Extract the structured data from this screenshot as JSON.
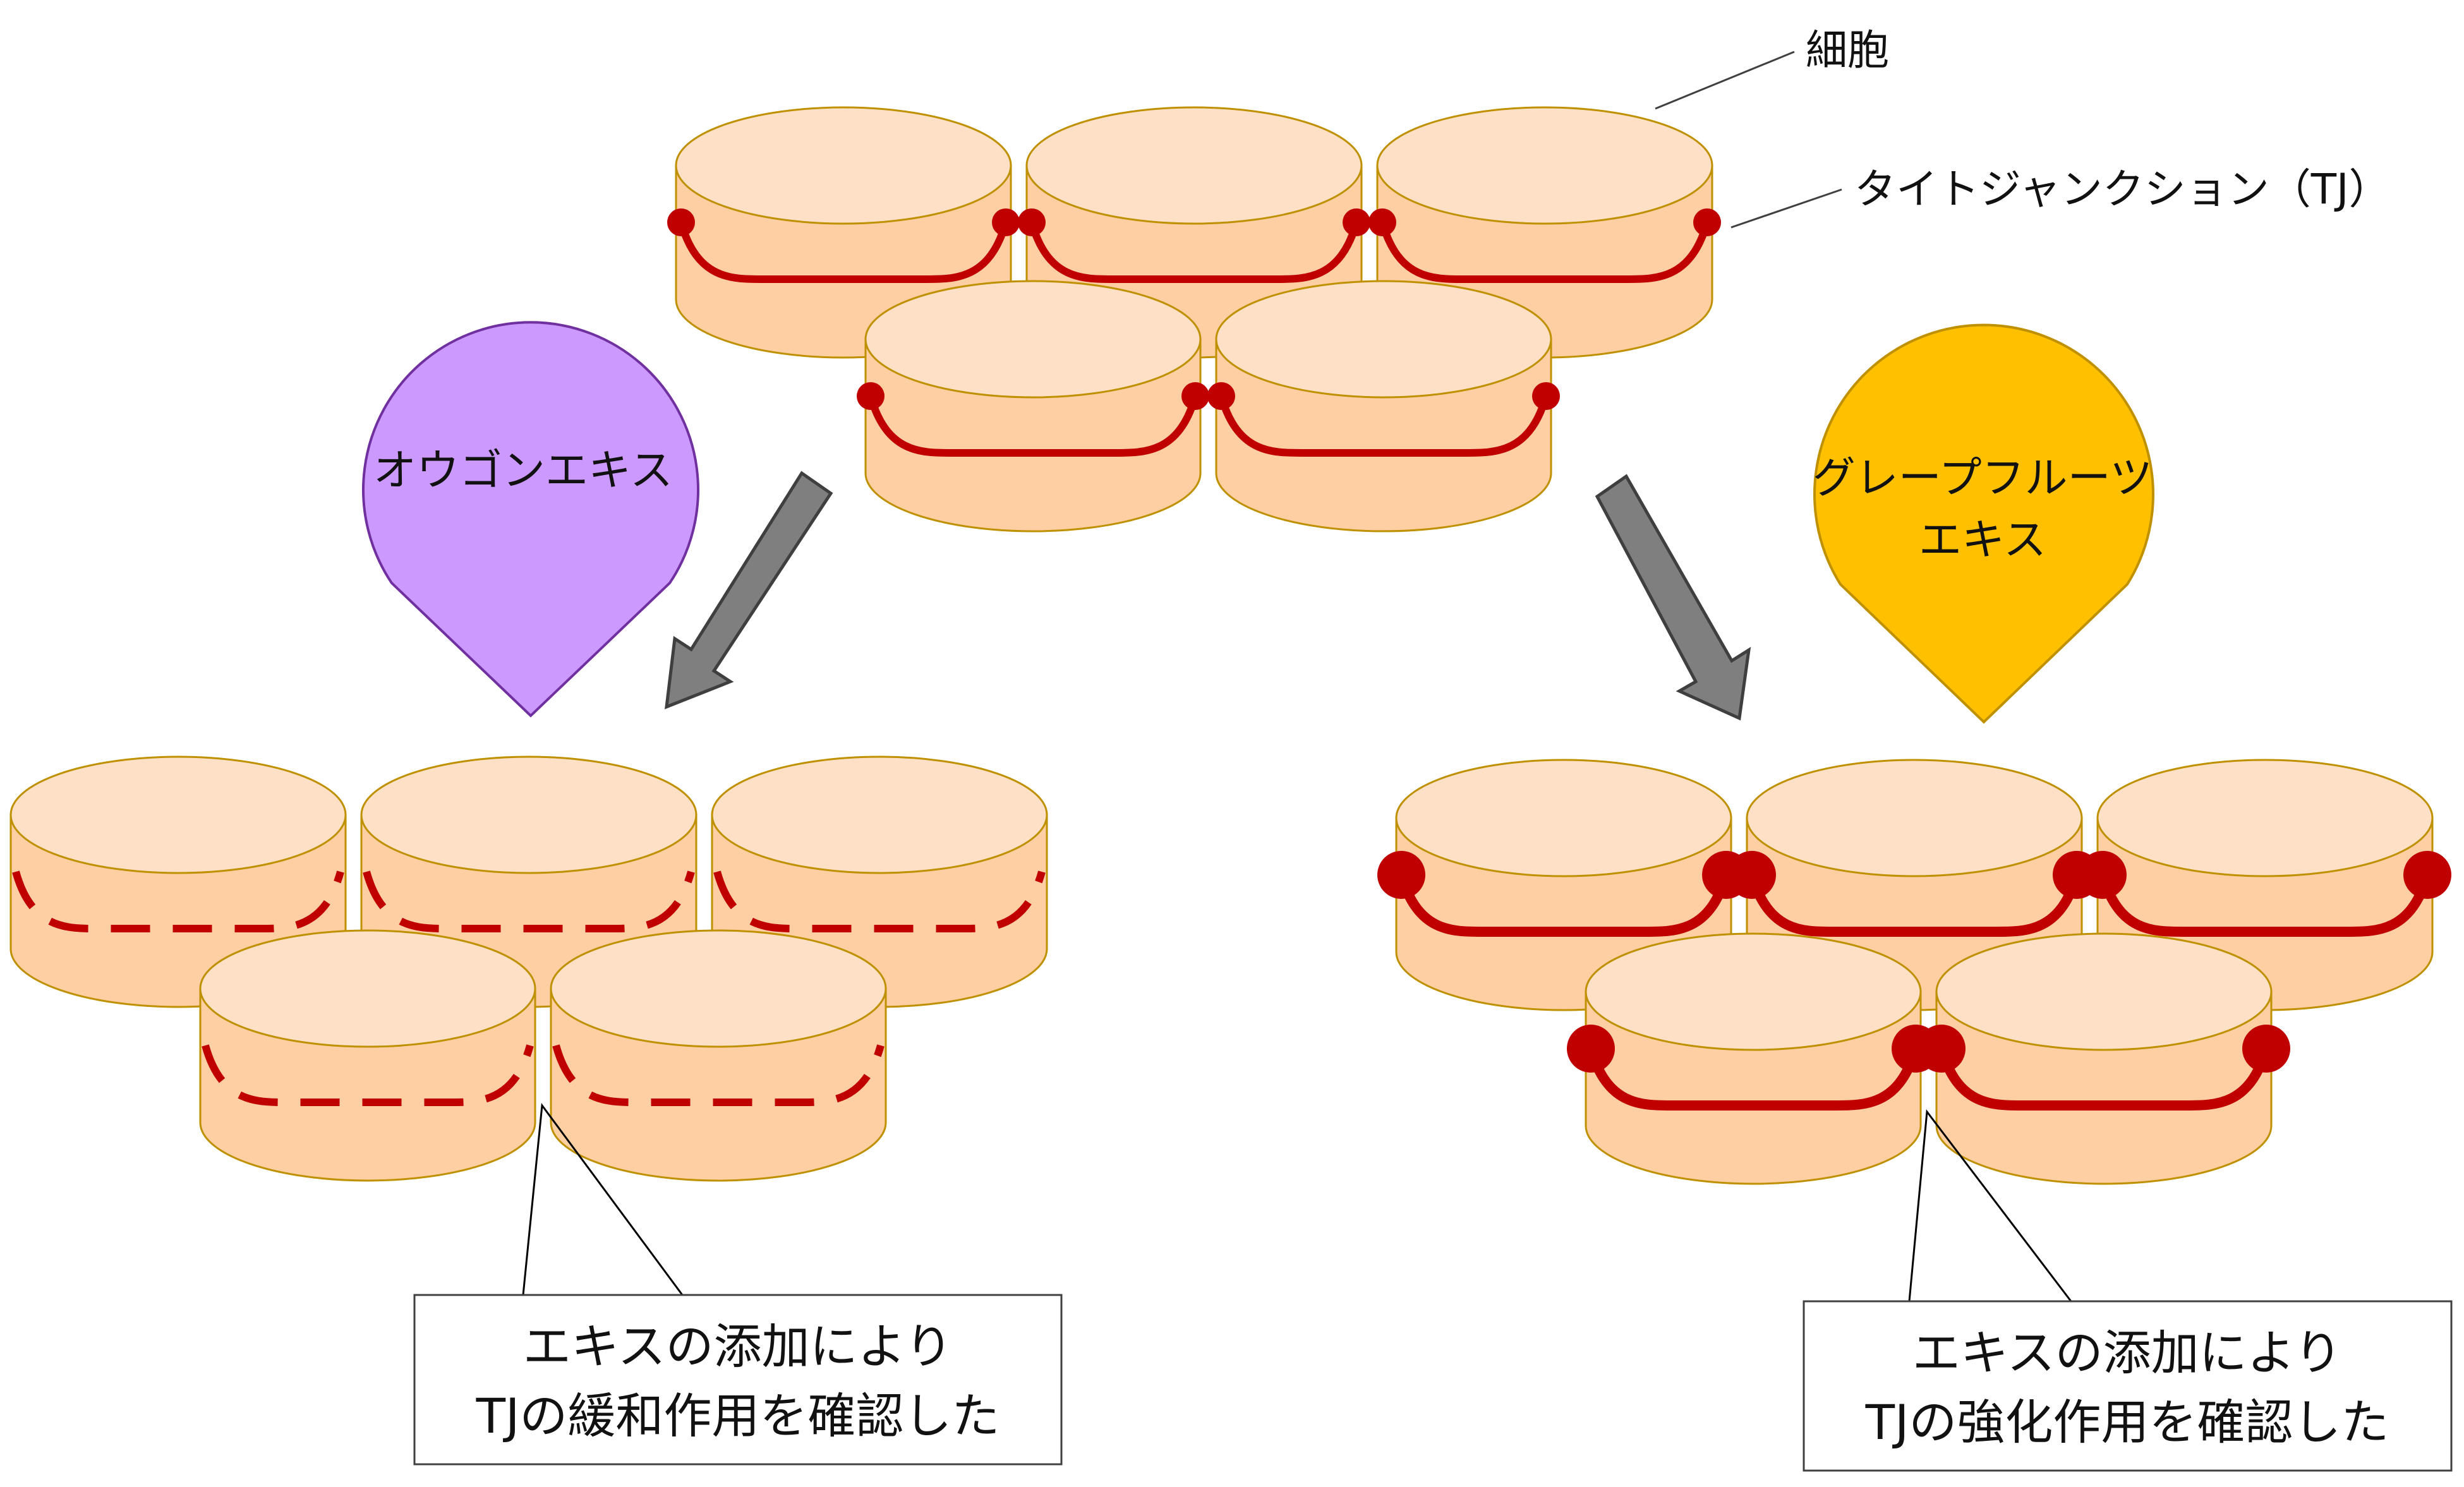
{
  "labels": {
    "cell": "細胞",
    "tight_junction": "タイトジャンクション（TJ）"
  },
  "pins": {
    "left": {
      "text": "オウゴンエキス",
      "fill": "#cc99ff",
      "stroke": "#7030a0"
    },
    "right": {
      "line1": "グレープフルーツ",
      "line2": "エキス",
      "fill": "#ffc000",
      "stroke": "#bf9000"
    }
  },
  "callouts": {
    "left": {
      "line1": "エキスの添加により",
      "line2": "TJの緩和作用を確認した"
    },
    "right": {
      "line1": "エキスの添加により",
      "line2": "TJの強化作用を確認した"
    }
  },
  "colors": {
    "cell_top": "#fde0c5",
    "cell_side": "#fdcfa3",
    "cell_stroke": "#bf9000",
    "tj": "#c00000",
    "arrow": "#7f7f7f"
  }
}
